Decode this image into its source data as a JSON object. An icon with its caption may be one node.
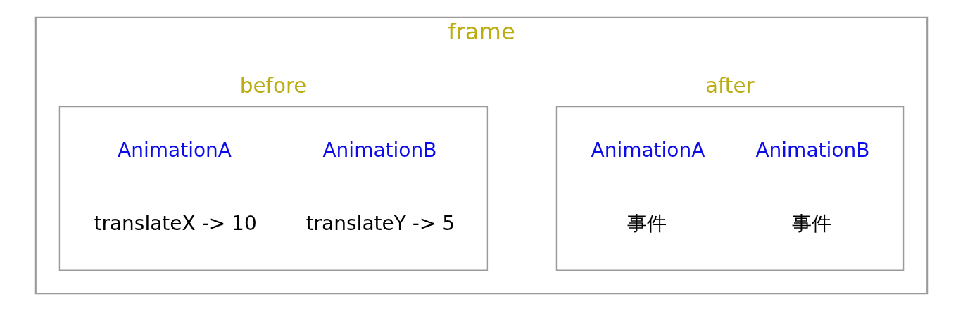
{
  "diagram": {
    "nodes": [
      {
        "text": [
          "frame"
        ]
      },
      {
        "text": [
          "before",
          "AnimationA",
          "AnimationB",
          "translateX -> 10",
          "translateY -> 5"
        ],
        "in": 0
      },
      {
        "text": [
          "after",
          "AnimationA",
          "AnimationB",
          "事件",
          "事件"
        ],
        "in": 0
      }
    ]
  }
}
